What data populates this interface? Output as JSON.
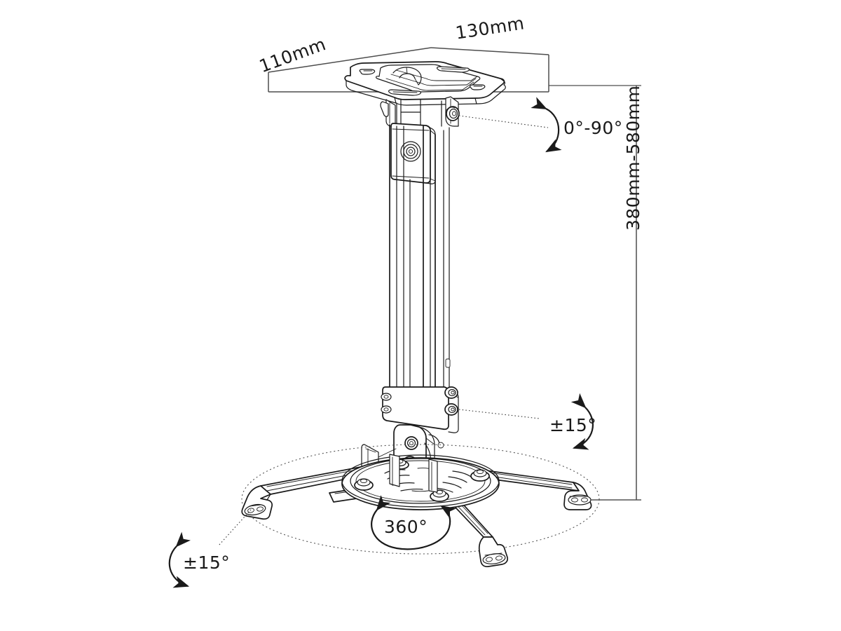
{
  "drawing": {
    "title": "Projector ceiling mount technical drawing",
    "background_color": "#ffffff",
    "line_color": "#1a1a1a",
    "dimension_color": "#555555",
    "text_color": "#1a1a1a"
  },
  "dimensions": {
    "plate_width": "130mm",
    "plate_depth": "110mm",
    "height_range": "380mm-580mm"
  },
  "angles": {
    "tilt_top": "0°-90°",
    "swivel_right": "±15°",
    "swivel_left": "±15°",
    "rotation": "360°"
  },
  "parts": {
    "ceiling_plate": "ceiling-plate",
    "upper_collar": "upper-collar",
    "extension_pole": "extension-pole",
    "lower_joint": "lower-joint",
    "spider_mount": "spider-mount",
    "rotation_envelope": "rotation-envelope"
  }
}
